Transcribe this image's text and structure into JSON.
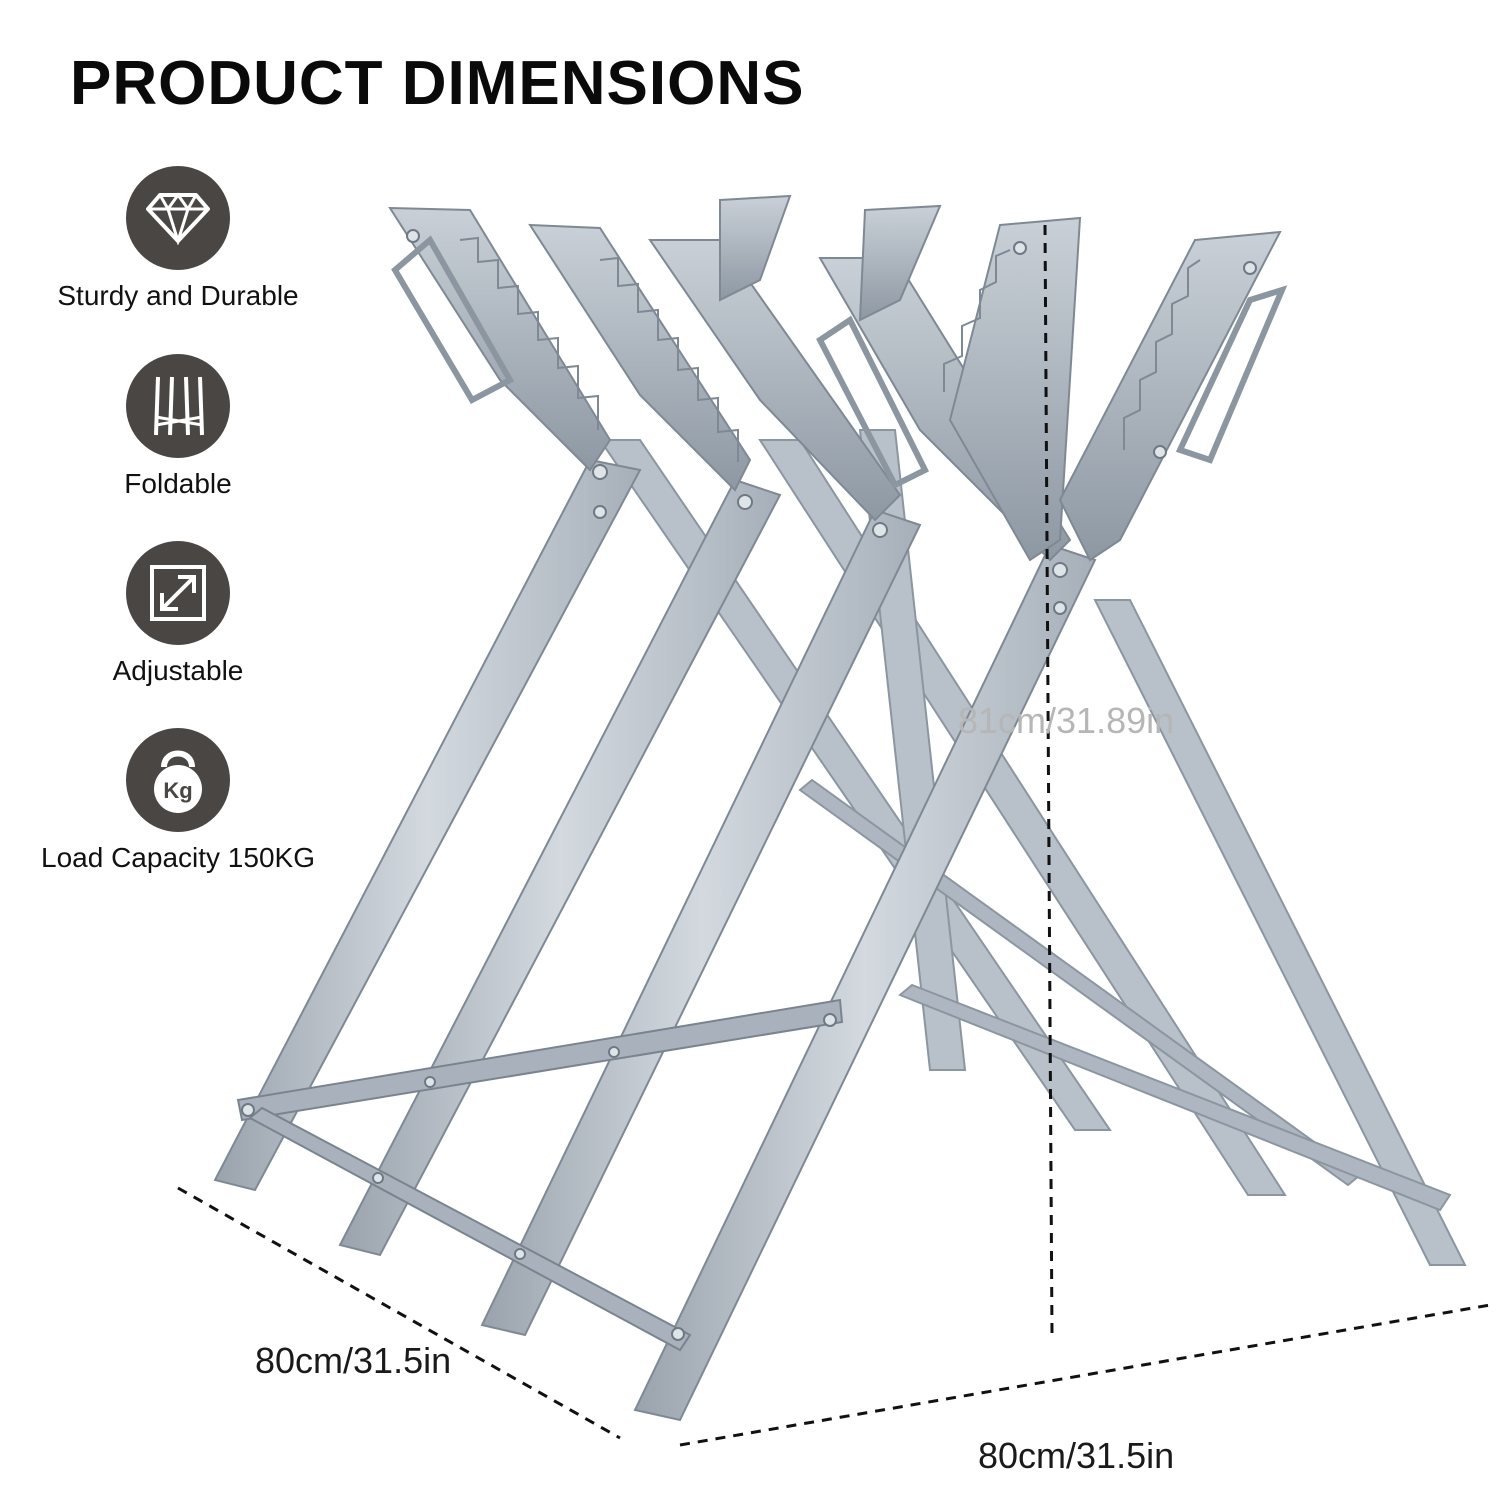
{
  "title": "PRODUCT DIMENSIONS",
  "features": [
    {
      "label": "Sturdy and Durable",
      "icon": "diamond-icon"
    },
    {
      "label": "Foldable",
      "icon": "folding-legs-icon"
    },
    {
      "label": "Adjustable",
      "icon": "resize-arrow-icon"
    },
    {
      "label": "Load Capacity 150KG",
      "icon": "kettlebell-icon",
      "icon_text": "Kg"
    }
  ],
  "dimensions": {
    "depth": "80cm/31.5in",
    "width": "80cm/31.5in",
    "height": "81cm/31.89in"
  },
  "colors": {
    "icon_circle": "#4a4644",
    "steel": "#b9c2cc",
    "steel_dark": "#8f99a4",
    "text": "#111111"
  }
}
